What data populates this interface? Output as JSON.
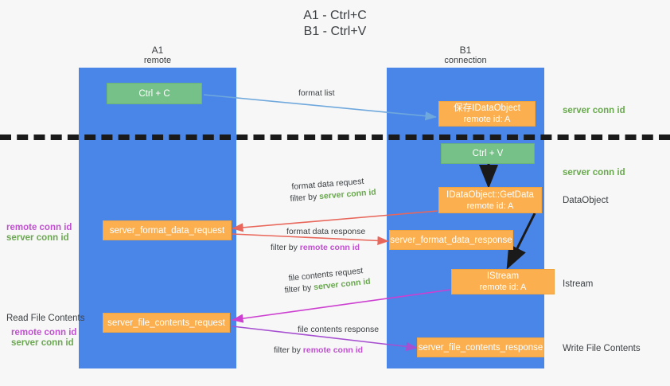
{
  "title": {
    "line1": "A1 - Ctrl+C",
    "line2": "B1 - Ctrl+V"
  },
  "lanes": [
    {
      "id": "a1",
      "name": "A1",
      "sub": "remote",
      "color": "#4a86e8"
    },
    {
      "id": "b1",
      "name": "B1",
      "sub": "connection",
      "color": "#4a86e8"
    }
  ],
  "colors": {
    "lane": "#4a86e8",
    "green_box": "#76c187",
    "orange_box": "#fbaf4e",
    "server_conn_text": "#6aa84f",
    "remote_conn_text": "#c050d0",
    "arrow_blue": "#6fa8dc",
    "arrow_red": "#e8665a",
    "arrow_magenta": "#cc3fd0",
    "arrow_purple": "#a64fd0",
    "arrow_black": "#1a1a1a",
    "text": "#3c4043",
    "background": "#f7f7f7"
  },
  "nodes": [
    {
      "id": "ctrl-c",
      "label": "Ctrl + C",
      "sub": "",
      "style": "green"
    },
    {
      "id": "save-idataobject",
      "label": "保存IDataObject",
      "sub": "remote id: A",
      "style": "orange"
    },
    {
      "id": "ctrl-v",
      "label": "Ctrl + V",
      "sub": "",
      "style": "green"
    },
    {
      "id": "idataobject-getdata",
      "label": "IDataObject::GetData",
      "sub": "remote id: A",
      "style": "orange"
    },
    {
      "id": "server-format-data-request",
      "label": "server_format_data_request",
      "sub": "",
      "style": "orange"
    },
    {
      "id": "server-format-data-response",
      "label": "server_format_data_response",
      "sub": "",
      "style": "orange"
    },
    {
      "id": "istream",
      "label": "IStream",
      "sub": "remote id: A",
      "style": "orange"
    },
    {
      "id": "server-file-contents-request",
      "label": "server_file_contents_request",
      "sub": "",
      "style": "orange"
    },
    {
      "id": "server-file-contents-response",
      "label": "server_file_contents_response",
      "sub": "",
      "style": "orange"
    }
  ],
  "edge_labels": {
    "format_list": "format list",
    "format_data_request": "format data request",
    "format_data_request_filter_prefix": "filter by ",
    "format_data_request_filter_value": "server conn id",
    "format_data_response": "format data response",
    "format_data_response_filter_prefix": "filter by ",
    "format_data_response_filter_value": "remote conn id",
    "file_contents_request": "file contents request",
    "file_contents_request_filter_prefix": "filter by ",
    "file_contents_request_filter_value": "server conn id",
    "file_contents_response": "file contents response",
    "file_contents_response_filter_prefix": "filter by ",
    "file_contents_response_filter_value": "remote conn id"
  },
  "right_labels": [
    {
      "id": "server-conn-id-top",
      "text": "server conn id",
      "kind": "green"
    },
    {
      "id": "server-conn-id-second",
      "text": "server conn id",
      "kind": "green"
    },
    {
      "id": "dataobject",
      "text": "DataObject",
      "kind": "dark"
    },
    {
      "id": "istream-label",
      "text": "Istream",
      "kind": "dark"
    },
    {
      "id": "write-file-contents",
      "text": "Write File Contents",
      "kind": "dark"
    }
  ],
  "left_labels": {
    "mid_remote": "remote conn id",
    "mid_server": "server conn id",
    "read_file_contents": "Read File Contents",
    "bottom_remote": "remote conn id",
    "bottom_server": "server conn id"
  }
}
